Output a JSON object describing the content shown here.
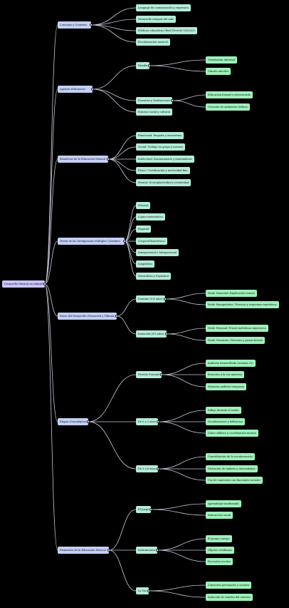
{
  "colors": {
    "background": "#000000",
    "root": "#c9c4f9",
    "level1": "#c3cff5",
    "level2": "#b3ecd7",
    "level3": "#9ff0bc",
    "edge": "#c9ccda"
  },
  "mindmap": {
    "label": "Desarrollo Musical en Infantil",
    "children": [
      {
        "label": "Concepto y Contexto",
        "children": [
          {
            "label": "Lenguaje de comunicación y expresión"
          },
          {
            "label": "Desarrollo integral del niño"
          },
          {
            "label": "Políticas educativas (Real Decreto 95/2022)"
          },
          {
            "label": "Escolarización musical"
          }
        ]
      },
      {
        "label": "Agentes Educativos",
        "children": [
          {
            "label": "Familia",
            "children": [
              {
                "label": "Orientación informal"
              },
              {
                "label": "Vínculo afectivo"
              }
            ]
          },
          {
            "label": "Docentes y Instituciones",
            "children": [
              {
                "label": "Educación formal y estructurada"
              },
              {
                "label": "Creación de ambientes lúdicos"
              }
            ]
          },
          {
            "label": "Entorno social y cultural"
          }
        ]
      },
      {
        "label": "Beneficios de la Educación Musical",
        "children": [
          {
            "label": "Emocional: Empatía y autoestima"
          },
          {
            "label": "Social: Trabajo en grupo y normas"
          },
          {
            "label": "Intelectual: Razonamiento y matemáticas"
          },
          {
            "label": "Físico: Coordinación y motricidad fina"
          },
          {
            "label": "Mental: Neuroplasticidad y creatividad"
          }
        ]
      },
      {
        "label": "Teoría de las Inteligencias Múltiples (Gardner)",
        "children": [
          {
            "label": "Musical"
          },
          {
            "label": "Lógico-matemática"
          },
          {
            "label": "Espacial"
          },
          {
            "label": "Corporal-kinestésica"
          },
          {
            "label": "Interpersonal e Intrapersonal"
          },
          {
            "label": "Lingüística"
          },
          {
            "label": "Naturalista y Espiritual"
          }
        ]
      },
      {
        "label": "Fases del Desarrollo (Swanwick y Tillman)",
        "children": [
          {
            "label": "Dominio (0-4 años)",
            "children": [
              {
                "label": "Modo Sensorial: Exploración sonora"
              },
              {
                "label": "Modo Manipulativo: Técnicas y esquemas repetitivos"
              }
            ]
          },
          {
            "label": "Imitación (4-9 años)",
            "children": [
              {
                "label": "Modo Personal: Frases melódicas expresivas"
              },
              {
                "label": "Modo Vernáculo: Patrones y piezas breves"
              }
            ]
          }
        ]
      },
      {
        "label": "Etapas Cronológicas",
        "children": [
          {
            "label": "Periodo Prenatal",
            "children": [
              {
                "label": "Audición desarrollada (semana 25)"
              },
              {
                "label": "Reacción a la voz materna"
              },
              {
                "label": "Memoria auditiva temprana"
              }
            ]
          },
          {
            "label": "De 0 a 3 años",
            "children": [
              {
                "label": "Influjo durante el sueño"
              },
              {
                "label": "Vocalizaciones y balbuceos"
              },
              {
                "label": "Canto silábico y coordinación motora"
              }
            ]
          },
          {
            "label": "De 3 a 6 años",
            "children": [
              {
                "label": "Consolidación de la escolarización"
              },
              {
                "label": "Distinción de timbres y intensidades"
              },
              {
                "label": "Uso de canciones con funciones sociales"
              }
            ]
          }
        ]
      },
      {
        "label": "Elementos de la Educación Musical",
        "children": [
          {
            "label": "El Juego",
            "children": [
              {
                "label": "Aprendizaje multimodal"
              },
              {
                "label": "Interacción social"
              }
            ]
          },
          {
            "label": "Instrumentos",
            "children": [
              {
                "label": "El propio cuerpo"
              },
              {
                "label": "Objetos cotidianos"
              },
              {
                "label": "Percusión escolar"
              }
            ]
          },
          {
            "label": "La Voz",
            "children": [
              {
                "label": "Canciones personales y sociales"
              },
              {
                "label": "Imitación de sonidos del entorno"
              }
            ]
          }
        ]
      }
    ]
  }
}
